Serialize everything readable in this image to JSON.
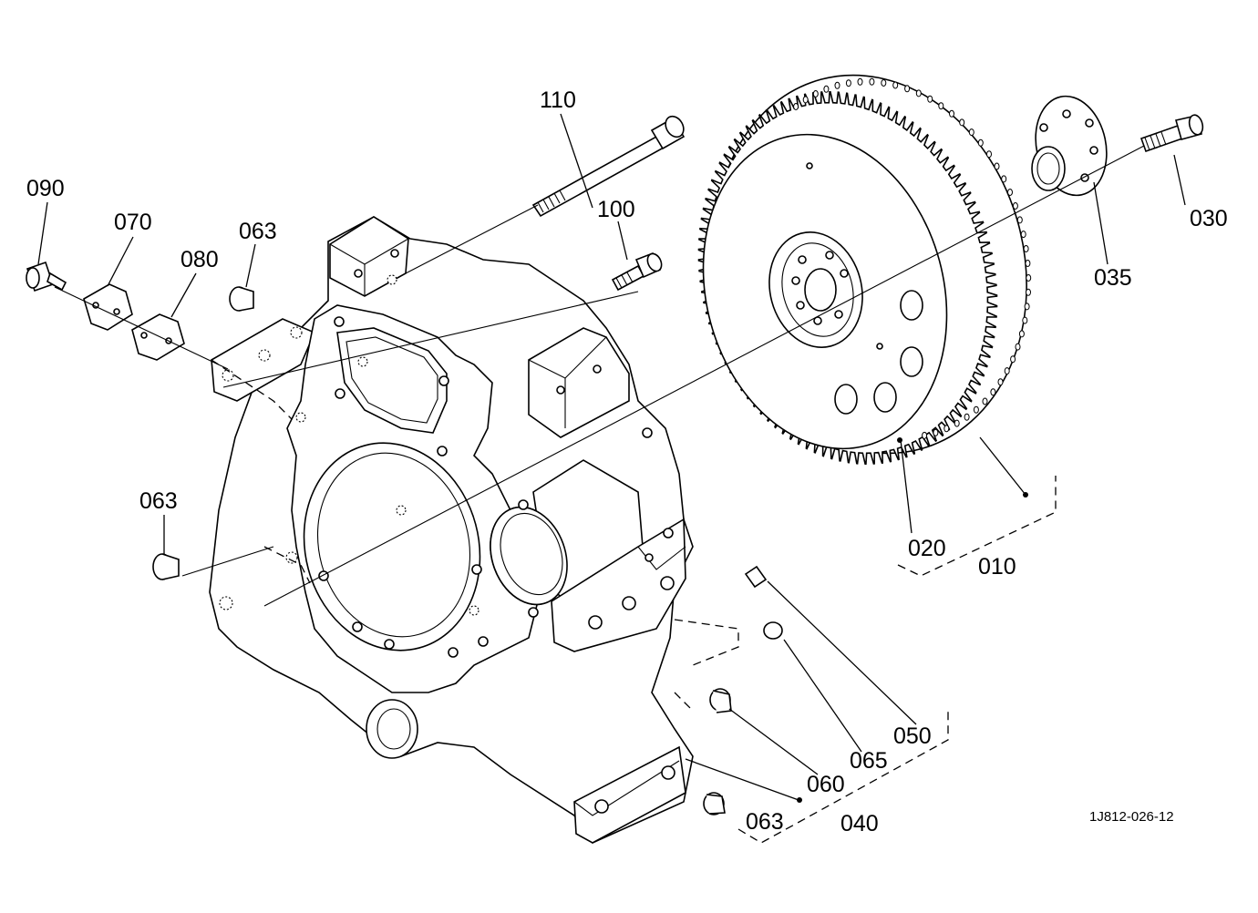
{
  "labels": {
    "p010": "010",
    "p020": "020",
    "p030": "030",
    "p035": "035",
    "p040": "040",
    "p050": "050",
    "p060": "060",
    "p063_a": "063",
    "p063_b": "063",
    "p063_c": "063",
    "p065": "065",
    "p070": "070",
    "p080": "080",
    "p090": "090",
    "p100": "100",
    "p110": "110"
  },
  "drawing_code": "1J812-026-12"
}
